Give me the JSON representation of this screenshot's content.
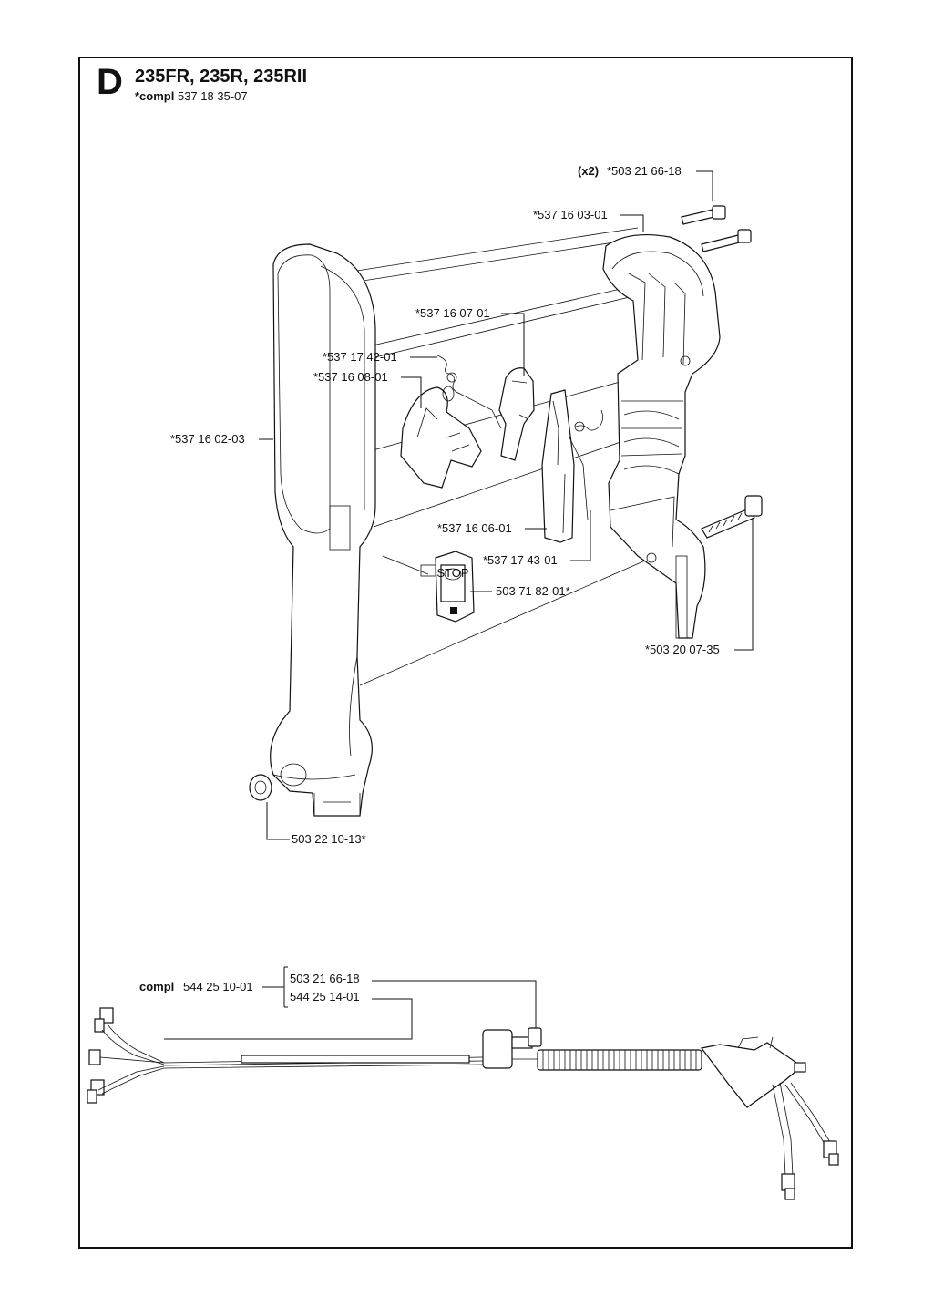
{
  "header": {
    "section_letter": "D",
    "models": "235FR, 235R, 235RII",
    "compl_prefix": "*compl",
    "compl_number": "537 18 35-07"
  },
  "labels": {
    "screw_top_qty": "(x2)",
    "screw_top": "*503 21 66-18",
    "right_half": "*537 16 03-01",
    "lever_upper": "*537 16 07-01",
    "spring_upper": "*537 17 42-01",
    "trigger_lock": "*537 16 08-01",
    "left_half": "*537 16 02-03",
    "throttle_trigger": "*537 16 06-01",
    "spring_lower": "*537 17 43-01",
    "stop_switch": "503 71 82-01*",
    "screw_long": "*503 20 07-35",
    "nut": "503 22 10-13*",
    "harness_compl_prefix": "compl",
    "harness_compl": "544 25 10-01",
    "harness_screw": "503 21 66-18",
    "harness_cable": "544 25 14-01"
  },
  "icons": {
    "stop_switch_mark": "STOP"
  }
}
